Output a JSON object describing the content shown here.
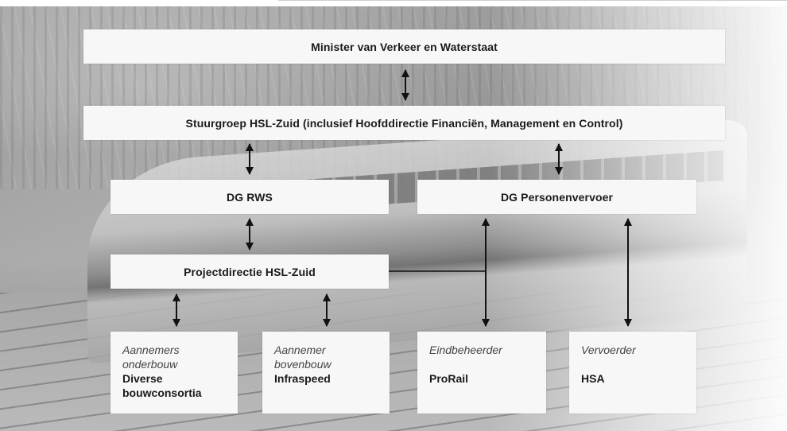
{
  "boxes": {
    "minister": "Minister van Verkeer en Waterstaat",
    "stuurgroep": "Stuurgroep HSL-Zuid (inclusief Hoofddirectie Financiën, Management en Control)",
    "dg_rws": "DG RWS",
    "dg_personenvervoer": "DG Personenvervoer",
    "projectdirectie": "Projectdirectie HSL-Zuid"
  },
  "parties": [
    {
      "role": "Aannemers\nonderbouw",
      "name": "Diverse\nbouwconsortia"
    },
    {
      "role": "Aannemer\nbovenbouw",
      "name": "Infraspeed"
    },
    {
      "role": "Eindbeheerder",
      "name": "ProRail"
    },
    {
      "role": "Vervoerder",
      "name": "HSA"
    }
  ]
}
